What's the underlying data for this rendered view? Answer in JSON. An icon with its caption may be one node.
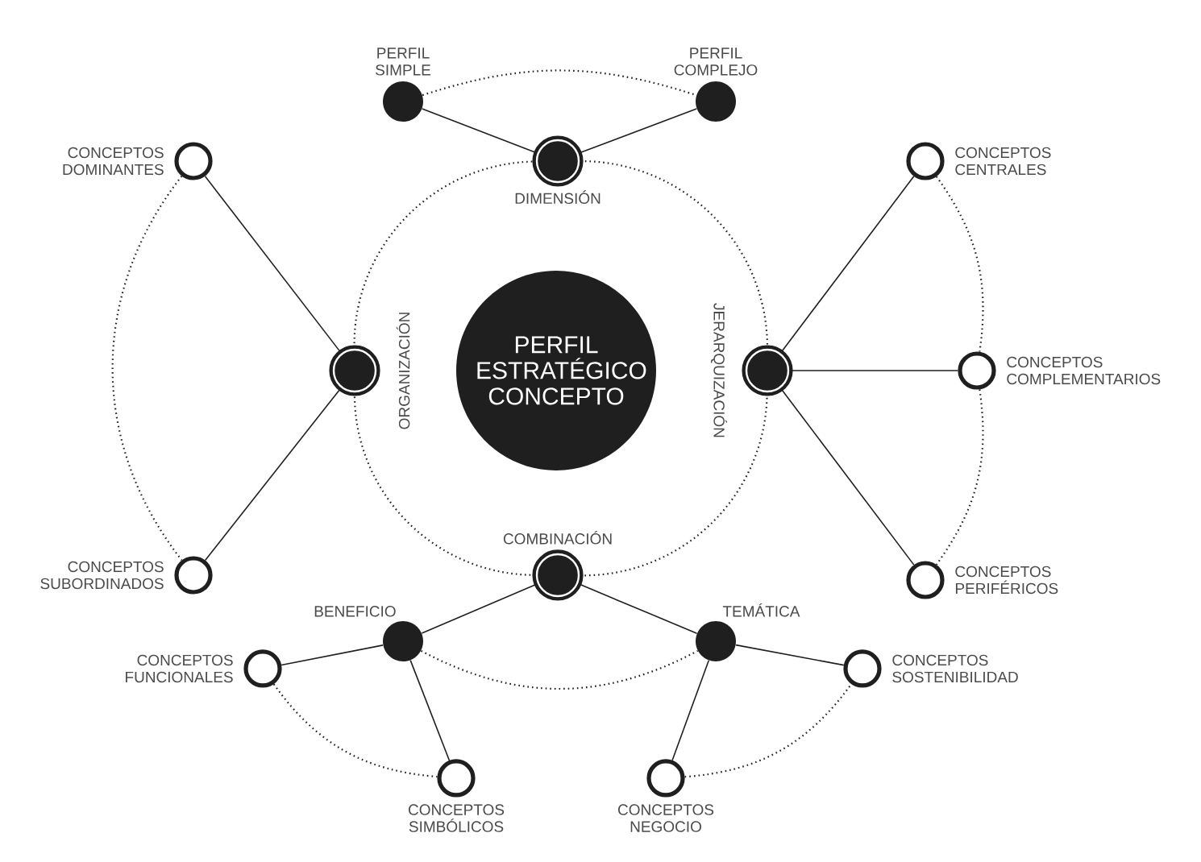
{
  "diagram": {
    "nodes": [
      {
        "text": [
          "PERFIL ESTRATÉGICO CONCEPTO"
        ]
      },
      {
        "text": [
          "DIMENSIÓN"
        ]
      },
      {
        "text": [
          "PERFIL SIMPLE"
        ]
      },
      {
        "text": [
          "PERFIL COMPLEJO"
        ]
      },
      {
        "text": [
          "ORGANIZACIÓN"
        ]
      },
      {
        "text": [
          "CONCEPTOS DOMINANTES"
        ]
      },
      {
        "text": [
          "CONCEPTOS SUBORDINADOS"
        ]
      },
      {
        "text": [
          "JERARQUIZACIÓN"
        ]
      },
      {
        "text": [
          "CONCEPTOS CENTRALES"
        ]
      },
      {
        "text": [
          "CONCEPTOS COMPLEMENTARIOS"
        ]
      },
      {
        "text": [
          "CONCEPTOS PERIFÉRICOS"
        ]
      },
      {
        "text": [
          "COMBINACIÓN"
        ]
      },
      {
        "text": [
          "BENEFICIO"
        ]
      },
      {
        "text": [
          "TEMÁTICA"
        ]
      },
      {
        "text": [
          "CONCEPTOS FUNCIONALES"
        ]
      },
      {
        "text": [
          "CONCEPTOS SIMBÓLICOS"
        ]
      },
      {
        "text": [
          "CONCEPTOS NEGOCIO"
        ]
      },
      {
        "text": [
          "CONCEPTOS SOSTENIBILIDAD"
        ]
      }
    ],
    "edges": [
      {
        "from": 1,
        "to": 2,
        "arrow": "none"
      },
      {
        "from": 1,
        "to": 3,
        "arrow": "none"
      },
      {
        "from": 2,
        "to": 3,
        "arrow": "none",
        "style": "dashed"
      },
      {
        "from": 4,
        "to": 5,
        "arrow": "none"
      },
      {
        "from": 4,
        "to": 6,
        "arrow": "none"
      },
      {
        "from": 5,
        "to": 6,
        "arrow": "none",
        "style": "dashed"
      },
      {
        "from": 7,
        "to": 8,
        "arrow": "none"
      },
      {
        "from": 7,
        "to": 9,
        "arrow": "none"
      },
      {
        "from": 7,
        "to": 10,
        "arrow": "none"
      },
      {
        "from": 8,
        "to": 9,
        "arrow": "none",
        "style": "dashed"
      },
      {
        "from": 9,
        "to": 10,
        "arrow": "none",
        "style": "dashed"
      },
      {
        "from": 1,
        "to": 7,
        "arrow": "none",
        "style": "dashed"
      },
      {
        "from": 7,
        "to": 11,
        "arrow": "none",
        "style": "dashed"
      },
      {
        "from": 11,
        "to": 4,
        "arrow": "none",
        "style": "dashed"
      },
      {
        "from": 4,
        "to": 1,
        "arrow": "none",
        "style": "dashed"
      },
      {
        "from": 11,
        "to": 12,
        "arrow": "none"
      },
      {
        "from": 11,
        "to": 13,
        "arrow": "none"
      },
      {
        "from": 12,
        "to": 13,
        "arrow": "none",
        "style": "dashed"
      },
      {
        "from": 12,
        "to": 14,
        "arrow": "none"
      },
      {
        "from": 12,
        "to": 15,
        "arrow": "none"
      },
      {
        "from": 14,
        "to": 15,
        "arrow": "none",
        "style": "dashed"
      },
      {
        "from": 13,
        "to": 16,
        "arrow": "none"
      },
      {
        "from": 13,
        "to": 17,
        "arrow": "none"
      },
      {
        "from": 16,
        "to": 17,
        "arrow": "none",
        "style": "dashed"
      }
    ]
  }
}
